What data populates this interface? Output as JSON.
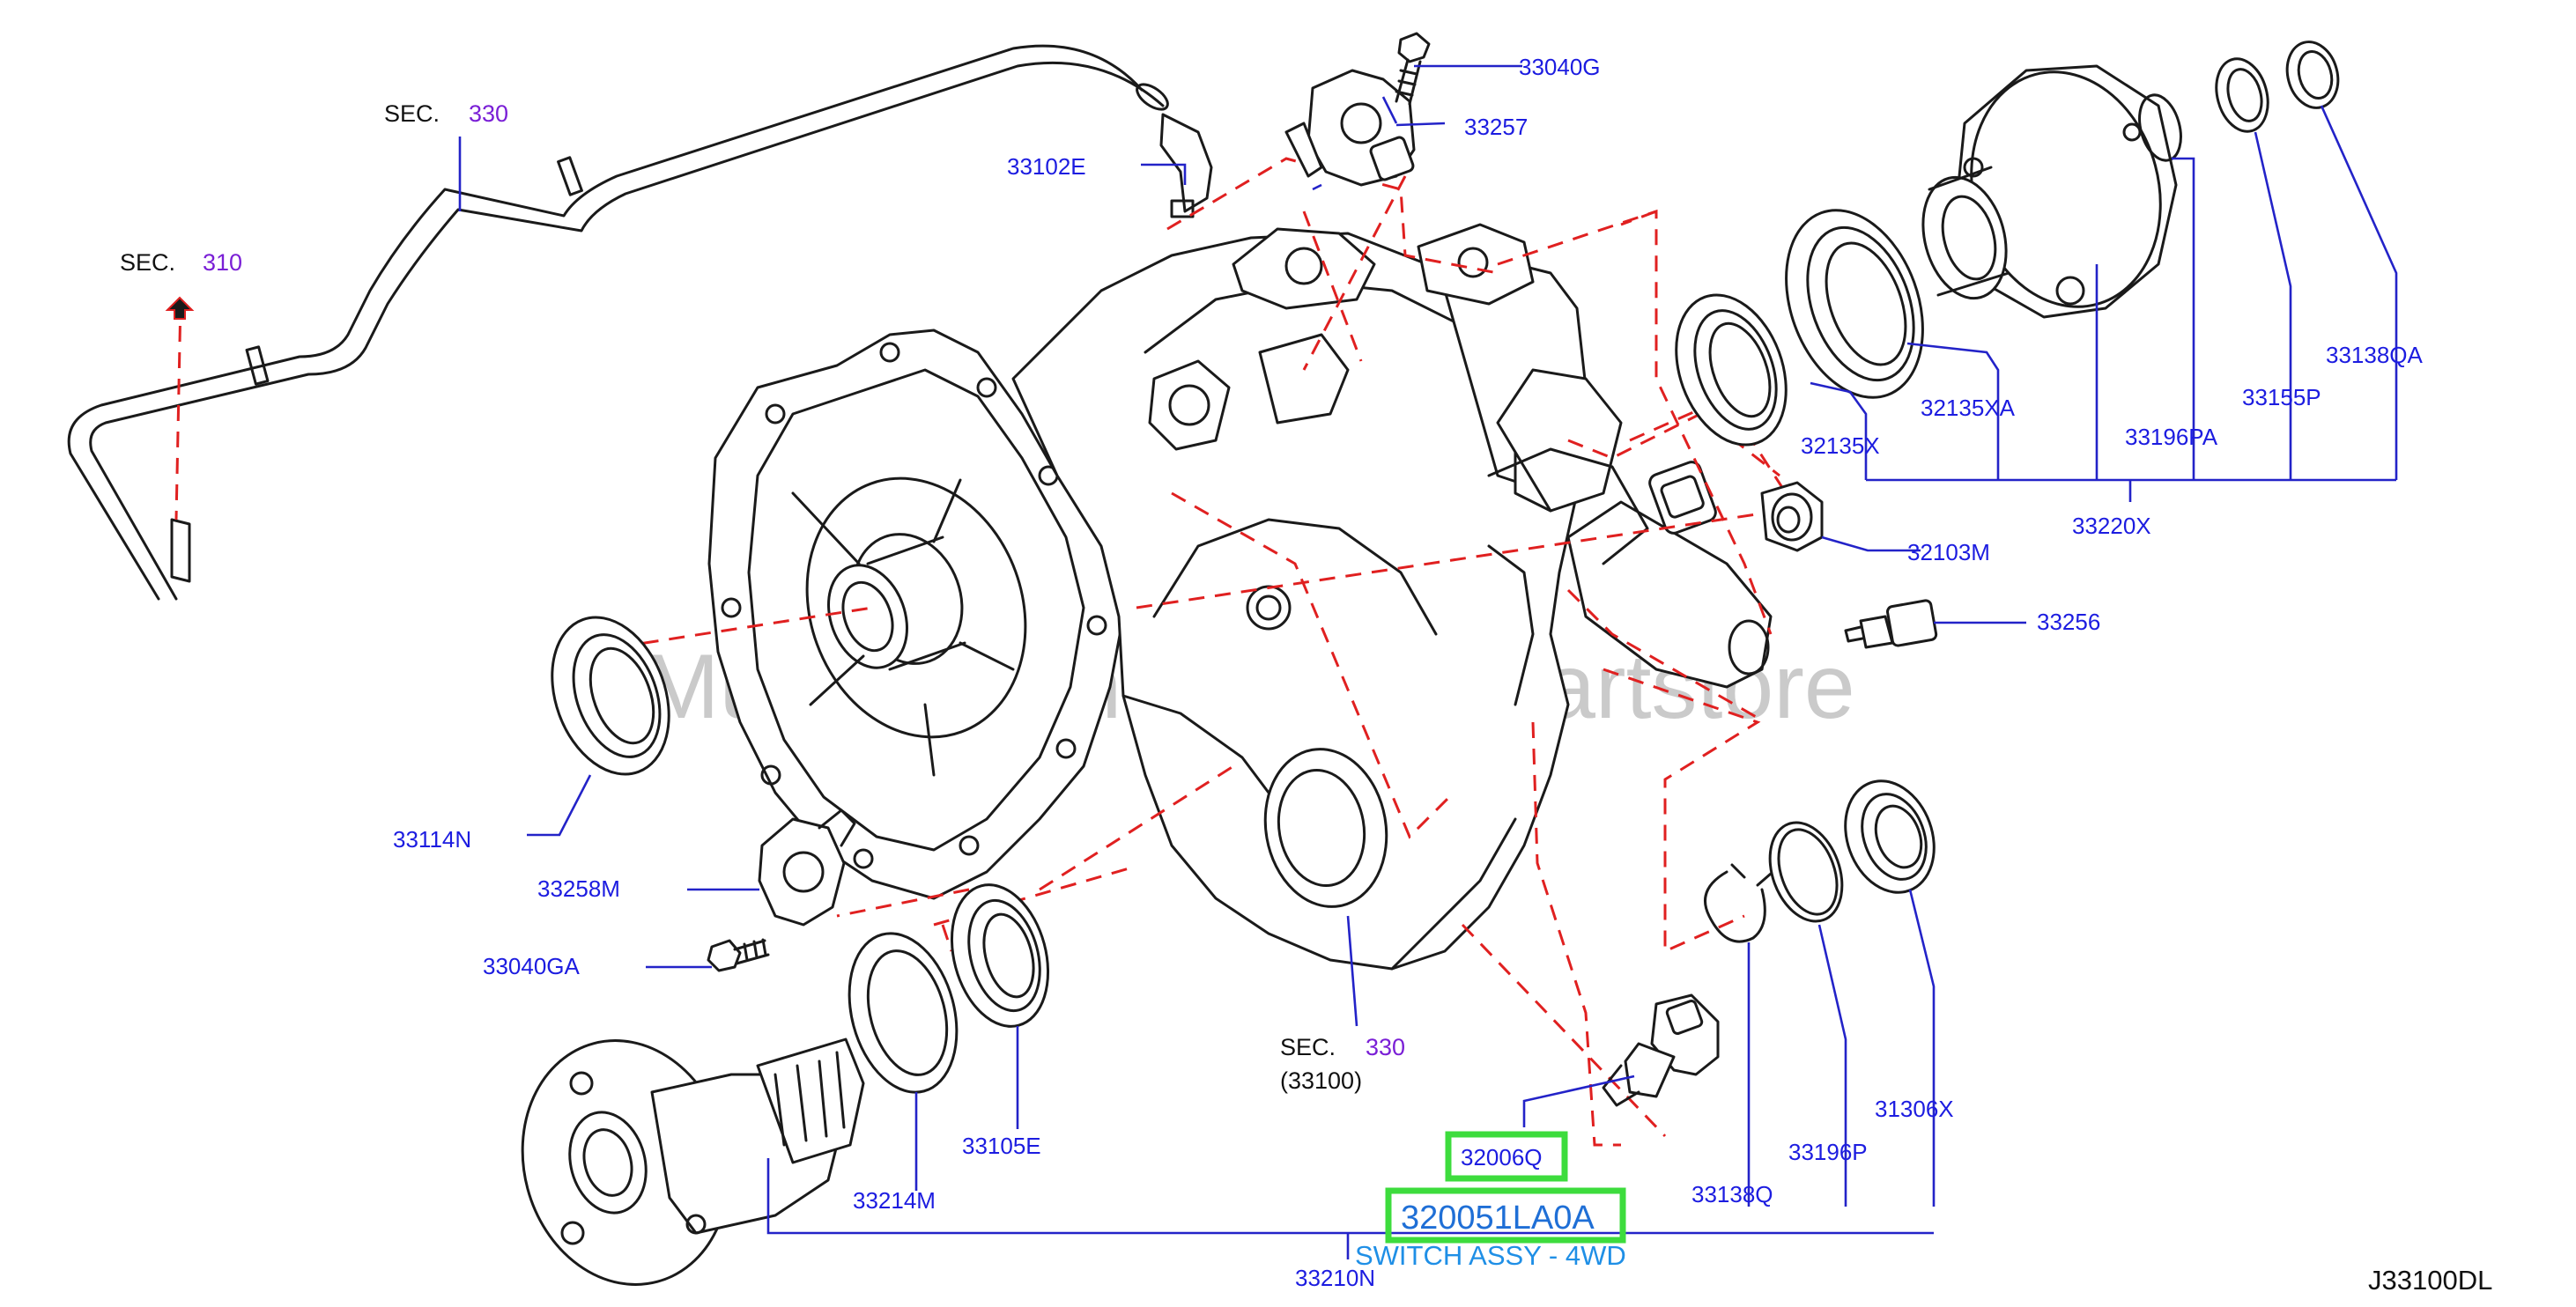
{
  "parts": {
    "p33040G": "33040G",
    "p33257": "33257",
    "p33102E": "33102E",
    "p32135XA": "32135XA",
    "p32135X": "32135X",
    "p33196PA": "33196PA",
    "p33155P": "33155P",
    "p33138QA": "33138QA",
    "p33220X": "33220X",
    "p32103M": "32103M",
    "p33256": "33256",
    "p33114N": "33114N",
    "p33258M": "33258M",
    "p33040GA": "33040GA",
    "p33105E": "33105E",
    "p33214M": "33214M",
    "p33210N": "33210N",
    "p33138Q": "33138Q",
    "p33196P": "33196P",
    "p31306X": "31306X",
    "p32006Q": "32006Q"
  },
  "sections": {
    "sec_word": "SEC.",
    "sec330": "330",
    "sec310": "310",
    "sec330b": "330",
    "sec_sub": "(33100)"
  },
  "highlight": {
    "part_number": "320051LA0A",
    "description": "SWITCH ASSY - 4WD"
  },
  "diagram_code": "J33100DL",
  "watermark": "Multi-Merchant Auto Partstore",
  "colors": {
    "label": "#1c1ce0",
    "section_number": "#7a1fd6",
    "highlight_box": "#3ddc3d",
    "phantom_lines": "#e02020"
  }
}
